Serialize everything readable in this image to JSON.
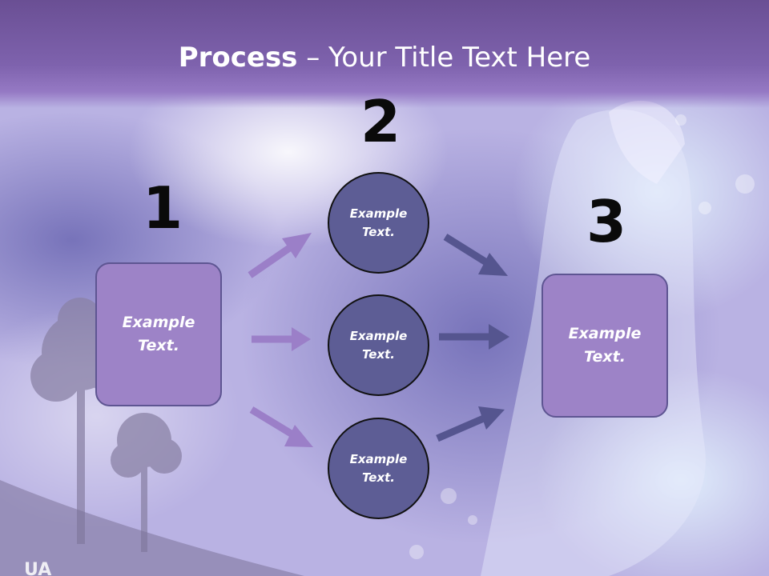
{
  "title": {
    "bold": "Process",
    "rest": " – Your Title Text Here"
  },
  "steps": [
    {
      "number": "1",
      "text": "Example Text."
    },
    {
      "number": "2",
      "text": ""
    },
    {
      "number": "3",
      "text": "Example Text."
    }
  ],
  "circles": [
    {
      "text": "Example Text."
    },
    {
      "text": "Example Text."
    },
    {
      "text": "Example Text."
    }
  ],
  "logo_text": "UA",
  "colors": {
    "title_bar": "#7e62ad",
    "box_fill": "#9d83c7",
    "circle_fill": "#5d5d95",
    "arrow_left": "#9b7fc8",
    "arrow_right": "#55558f"
  }
}
